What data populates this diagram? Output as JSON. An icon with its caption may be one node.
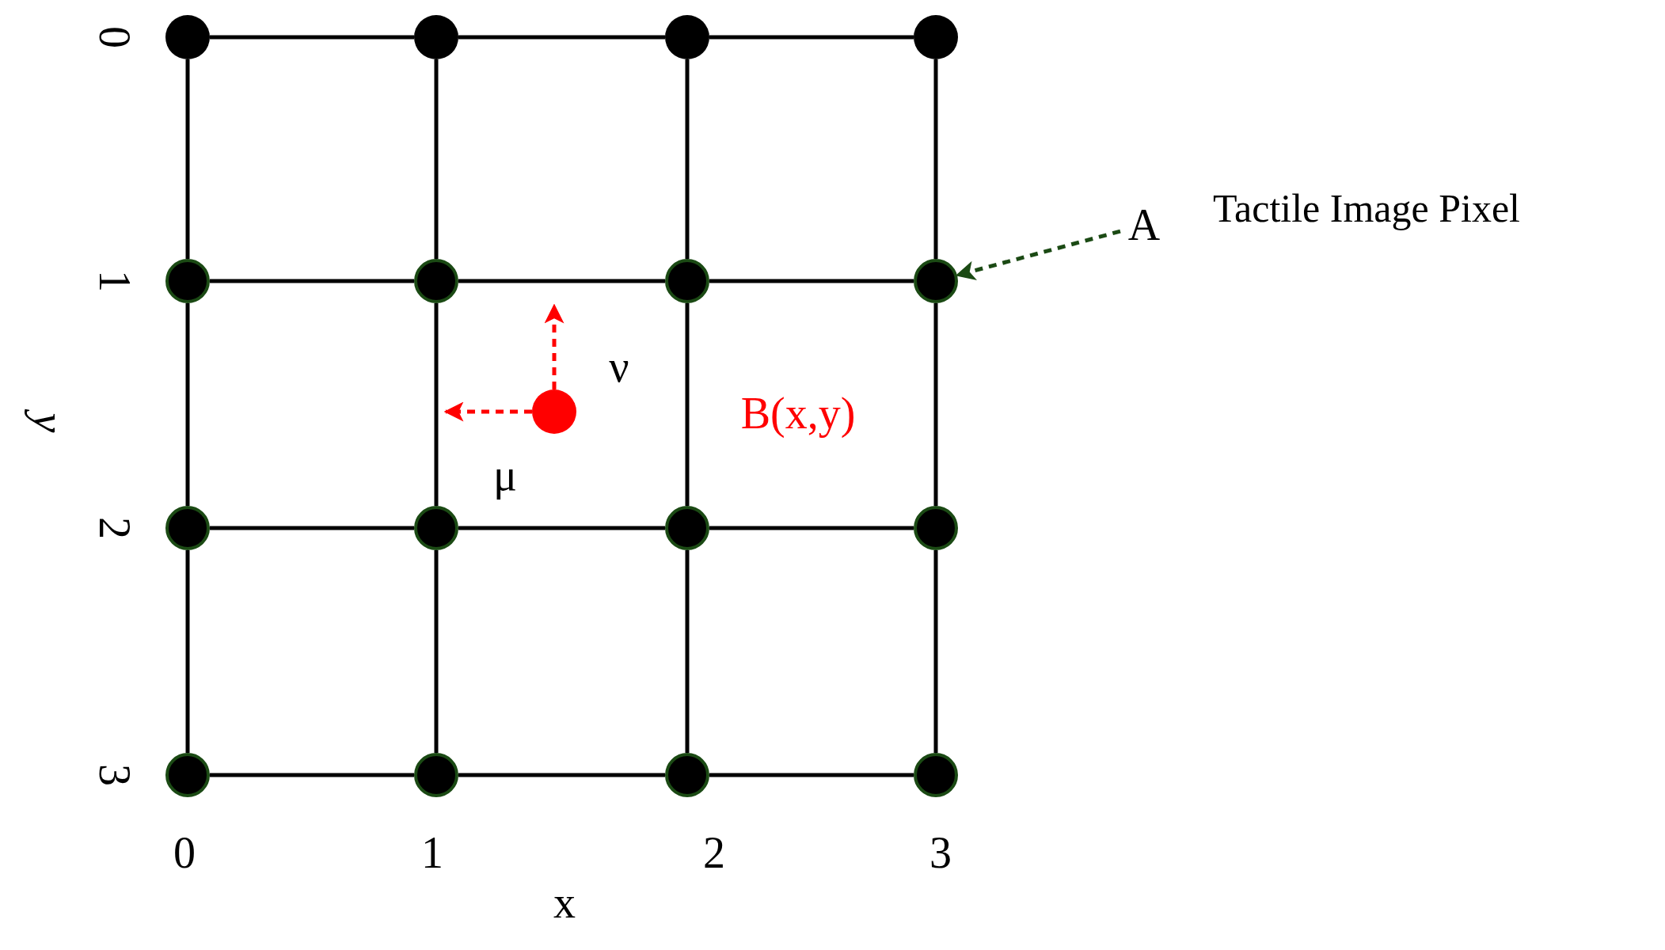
{
  "diagram": {
    "nodes": [
      {
        "text": [],
        "shape": "circle"
      },
      {
        "text": [],
        "shape": "circle"
      },
      {
        "text": [],
        "shape": "circle"
      },
      {
        "text": [],
        "shape": "circle"
      },
      {
        "text": [],
        "shape": "circle"
      },
      {
        "text": [],
        "shape": "circle"
      },
      {
        "text": [],
        "shape": "circle"
      },
      {
        "text": [],
        "shape": "circle"
      },
      {
        "text": [],
        "shape": "circle"
      },
      {
        "text": [],
        "shape": "circle"
      },
      {
        "text": [],
        "shape": "circle"
      },
      {
        "text": [],
        "shape": "circle"
      },
      {
        "text": [],
        "shape": "circle"
      },
      {
        "text": [],
        "shape": "circle"
      },
      {
        "text": [],
        "shape": "circle"
      },
      {
        "text": [],
        "shape": "circle"
      },
      {
        "text": [],
        "shape": "circle"
      },
      {
        "text": [
          "A"
        ],
        "beside": [
          "Tactile Image Pixel"
        ]
      }
    ],
    "edges": [
      {
        "from": 0,
        "to": 1,
        "arrow": "none"
      },
      {
        "from": 1,
        "to": 2,
        "arrow": "none"
      },
      {
        "from": 2,
        "to": 3,
        "arrow": "none"
      },
      {
        "from": 4,
        "to": 5,
        "arrow": "none"
      },
      {
        "from": 5,
        "to": 6,
        "arrow": "none"
      },
      {
        "from": 6,
        "to": 7,
        "arrow": "none"
      },
      {
        "from": 9,
        "to": 10,
        "arrow": "none"
      },
      {
        "from": 10,
        "to": 11,
        "arrow": "none"
      },
      {
        "from": 11,
        "to": 12,
        "arrow": "none"
      },
      {
        "from": 13,
        "to": 14,
        "arrow": "none"
      },
      {
        "from": 14,
        "to": 15,
        "arrow": "none"
      },
      {
        "from": 15,
        "to": 16,
        "arrow": "none"
      },
      {
        "from": 0,
        "to": 4,
        "arrow": "none"
      },
      {
        "from": 1,
        "to": 5,
        "arrow": "none"
      },
      {
        "from": 2,
        "to": 6,
        "arrow": "none"
      },
      {
        "from": 3,
        "to": 7,
        "arrow": "none"
      },
      {
        "from": 4,
        "to": 9,
        "arrow": "none"
      },
      {
        "from": 5,
        "to": 10,
        "arrow": "none"
      },
      {
        "from": 6,
        "to": 11,
        "arrow": "none"
      },
      {
        "from": 7,
        "to": 12,
        "arrow": "none"
      },
      {
        "from": 9,
        "to": 13,
        "arrow": "none"
      },
      {
        "from": 10,
        "to": 14,
        "arrow": "none"
      },
      {
        "from": 11,
        "to": 15,
        "arrow": "none"
      },
      {
        "from": 12,
        "to": 16,
        "arrow": "none"
      },
      {
        "from": 17,
        "to": 7,
        "arrow": "to",
        "style": "dashed",
        "color": "#1b4a14"
      },
      {
        "from": 8,
        "to": null,
        "arrow": "to",
        "style": "dashed",
        "color": "#ff0000"
      },
      {
        "from": 8,
        "to": null,
        "arrow": "to",
        "style": "dashed",
        "color": "#ff0000"
      }
    ],
    "labels": [
      "0",
      "1",
      "2",
      "3",
      "y",
      "ν",
      "μ",
      "0",
      "1",
      "2",
      "3",
      "x",
      "B(x,y)"
    ]
  }
}
